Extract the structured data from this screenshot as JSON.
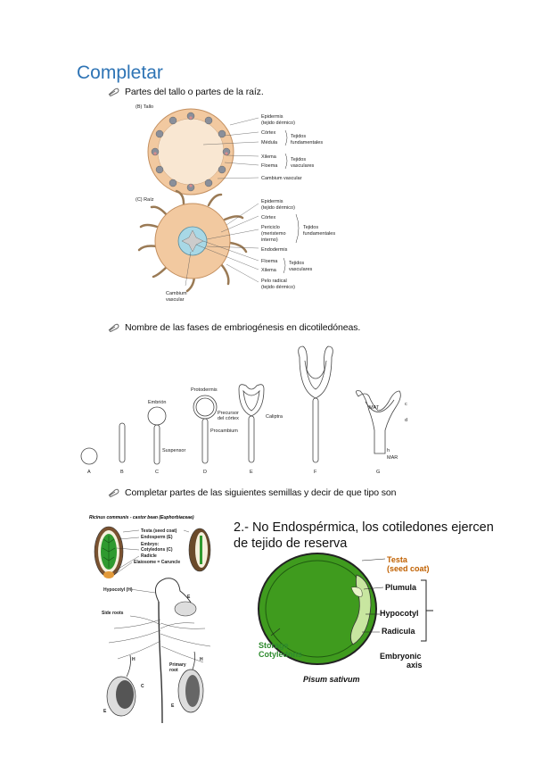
{
  "title": "Completar",
  "bullets": [
    "Partes del tallo o partes de la raíz.",
    "Nombre de las fases de embriogénesis en dicotiledóneas.",
    "Completar partes de las siguientes semillas y decir de que tipo son"
  ],
  "fig1": {
    "stem_title": "(B) Tallo",
    "root_title": "(C) Raíz",
    "stem_labels": {
      "epidermis1": "Epidermis",
      "epidermis2": "(tejido dérmico)",
      "cortex": "Córtex",
      "medula": "Médula",
      "fund1": "Tejidos",
      "fund2": "fundamentales",
      "xilema": "Xilema",
      "floema": "Floema",
      "vasc1": "Tejidos",
      "vasc2": "vasculares",
      "cambium": "Cambium vascular"
    },
    "root_labels": {
      "epidermis1": "Epidermis",
      "epidermis2": "(tejido dérmico)",
      "cortex": "Córtex",
      "periciclo1": "Periciclo",
      "periciclo2": "(meristemo",
      "periciclo3": "interno)",
      "fund1": "Tejidos",
      "fund2": "fundamentales",
      "endodermis": "Endodermis",
      "floema": "Floema",
      "xilema": "Xilema",
      "vasc1": "Tejidos",
      "vasc2": "vasculares",
      "pelo1": "Pelo radical",
      "pelo2": "(tejido dérmico)",
      "cambium1": "Cambium",
      "cambium2": "vascular"
    }
  },
  "fig2": {
    "letters": [
      "A",
      "B",
      "C",
      "D",
      "E",
      "F",
      "G"
    ],
    "embrion": "Embrión",
    "suspensor": "Suspensor",
    "protodermis": "Protodermis",
    "precursor1": "Precursor",
    "precursor2": "del córtex",
    "procambium": "Procambium",
    "caliptra": "Caliptra",
    "mat": "MAT",
    "mar": "MAR",
    "c": "c",
    "d": "d",
    "h": "h"
  },
  "fig3": {
    "ricinus_title": "Ricinus communis - castor bean (Euphorbiaceae)",
    "labels": [
      "Testa (seed coat)",
      "Endosperm (E)",
      "Embryo:",
      "Cotyledons (C)",
      "Radicle",
      "Elaiosome = Caruncle"
    ],
    "hypocotyl": "Hypocotyl (H)",
    "side_roots": "Side roots",
    "primary1": "Primary",
    "primary2": "root",
    "e": "E",
    "h": "H",
    "c": "C"
  },
  "fig4": {
    "heading": "2.- No Endospérmica, los cotiledones ejercen de tejido de reserva",
    "testa1": "Testa",
    "testa2": "(seed coat)",
    "plumula": "Plumula",
    "hypocotyl": "Hypocotyl",
    "radicula": "Radicula",
    "embryonic1": "Embryonic",
    "embryonic2": "axis",
    "storage1": "Storage",
    "storage2": "Cotyledons",
    "species": "Pisum sativum"
  },
  "colors": {
    "title": "#2e74b5",
    "stem_fill": "#f2c9a0",
    "seed_green": "#3f9b1e",
    "testa_orange": "#d07a1a"
  }
}
